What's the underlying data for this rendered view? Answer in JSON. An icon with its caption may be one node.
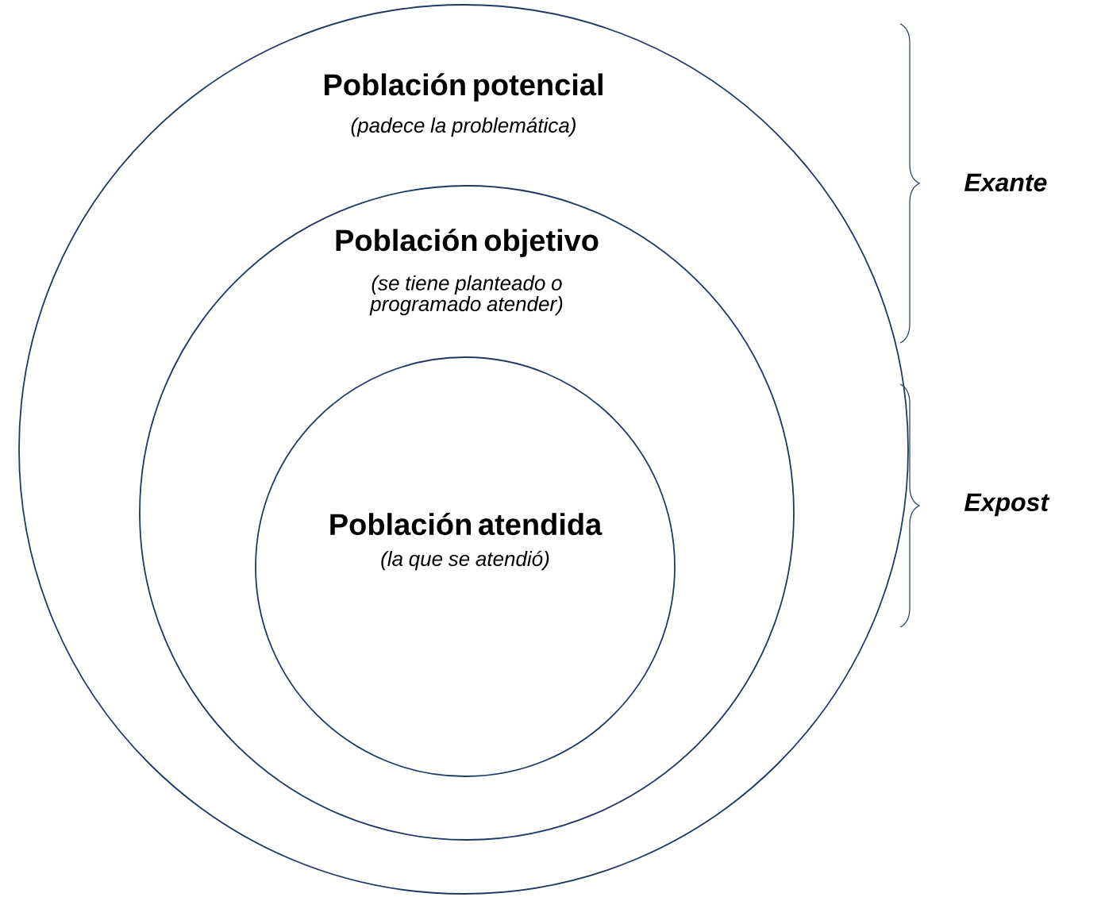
{
  "diagram": {
    "nodes": [
      {
        "text": [
          "Población potencial",
          "(padece la problemática)"
        ]
      },
      {
        "text": [
          "Población objetivo",
          "(se tiene planteado o programado atender)"
        ],
        "in": 0
      },
      {
        "text": [
          "Población atendida",
          "(la que se atendió)"
        ],
        "in": 1
      }
    ],
    "labels": [
      "Exante",
      "Expost"
    ]
  }
}
